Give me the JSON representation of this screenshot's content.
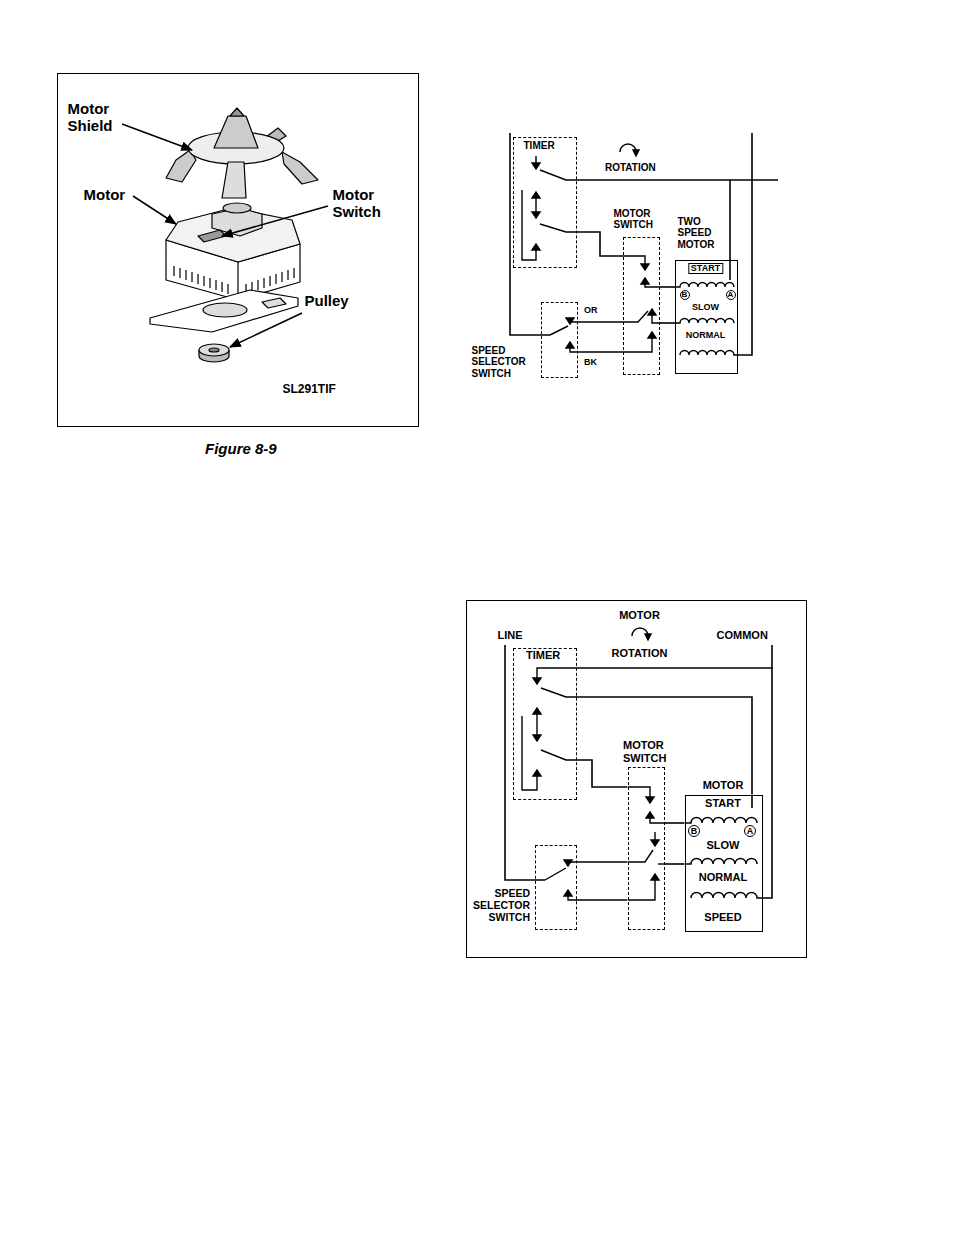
{
  "diagram": {
    "caption": "Figure 8-9",
    "nodes": [
      {
        "text": [
          "Motor Shield",
          "Motor",
          "Motor Switch",
          "Pulley",
          "SL291TIF"
        ]
      },
      {
        "text": [
          "TIMER"
        ]
      },
      {
        "text": [
          "MOTOR SWITCH"
        ]
      },
      {
        "text": [
          "TWO SPEED MOTOR",
          "START",
          "B",
          "A",
          "SLOW",
          "NORMAL"
        ]
      },
      {
        "text": [
          "SPEED SELECTOR SWITCH"
        ]
      },
      {
        "text": [
          "LINE",
          "MOTOR ROTATION",
          "COMMON"
        ]
      },
      {
        "text": [
          "TIMER"
        ],
        "in": 5
      },
      {
        "text": [
          "MOTOR SWITCH"
        ],
        "in": 5
      },
      {
        "text": [
          "MOTOR",
          "START",
          "B",
          "A",
          "SLOW",
          "NORMAL",
          "SPEED"
        ],
        "in": 5
      },
      {
        "text": [
          "SPEED SELECTOR SWITCH"
        ],
        "in": 5
      }
    ],
    "edges": [
      {
        "from": 1,
        "to": 3,
        "arrow": "none"
      },
      {
        "from": 1,
        "to": 2,
        "arrow": "none"
      },
      {
        "from": 2,
        "to": 3,
        "arrow": "none"
      },
      {
        "from": 2,
        "to": 3,
        "arrow": "none"
      },
      {
        "from": 4,
        "to": 2,
        "arrow": "none"
      },
      {
        "from": 4,
        "to": 2,
        "arrow": "none"
      },
      {
        "from": 6,
        "to": 8,
        "arrow": "none"
      },
      {
        "from": 6,
        "to": 7,
        "arrow": "none"
      },
      {
        "from": 7,
        "to": 8,
        "arrow": "none"
      },
      {
        "from": 7,
        "to": 8,
        "arrow": "none"
      },
      {
        "from": 9,
        "to": 7,
        "arrow": "none"
      },
      {
        "from": 9,
        "to": 7,
        "arrow": "none"
      },
      {
        "from": 6,
        "to": 8,
        "arrow": "none"
      }
    ],
    "labels": [
      "ROTATION",
      "OR",
      "BK"
    ]
  }
}
